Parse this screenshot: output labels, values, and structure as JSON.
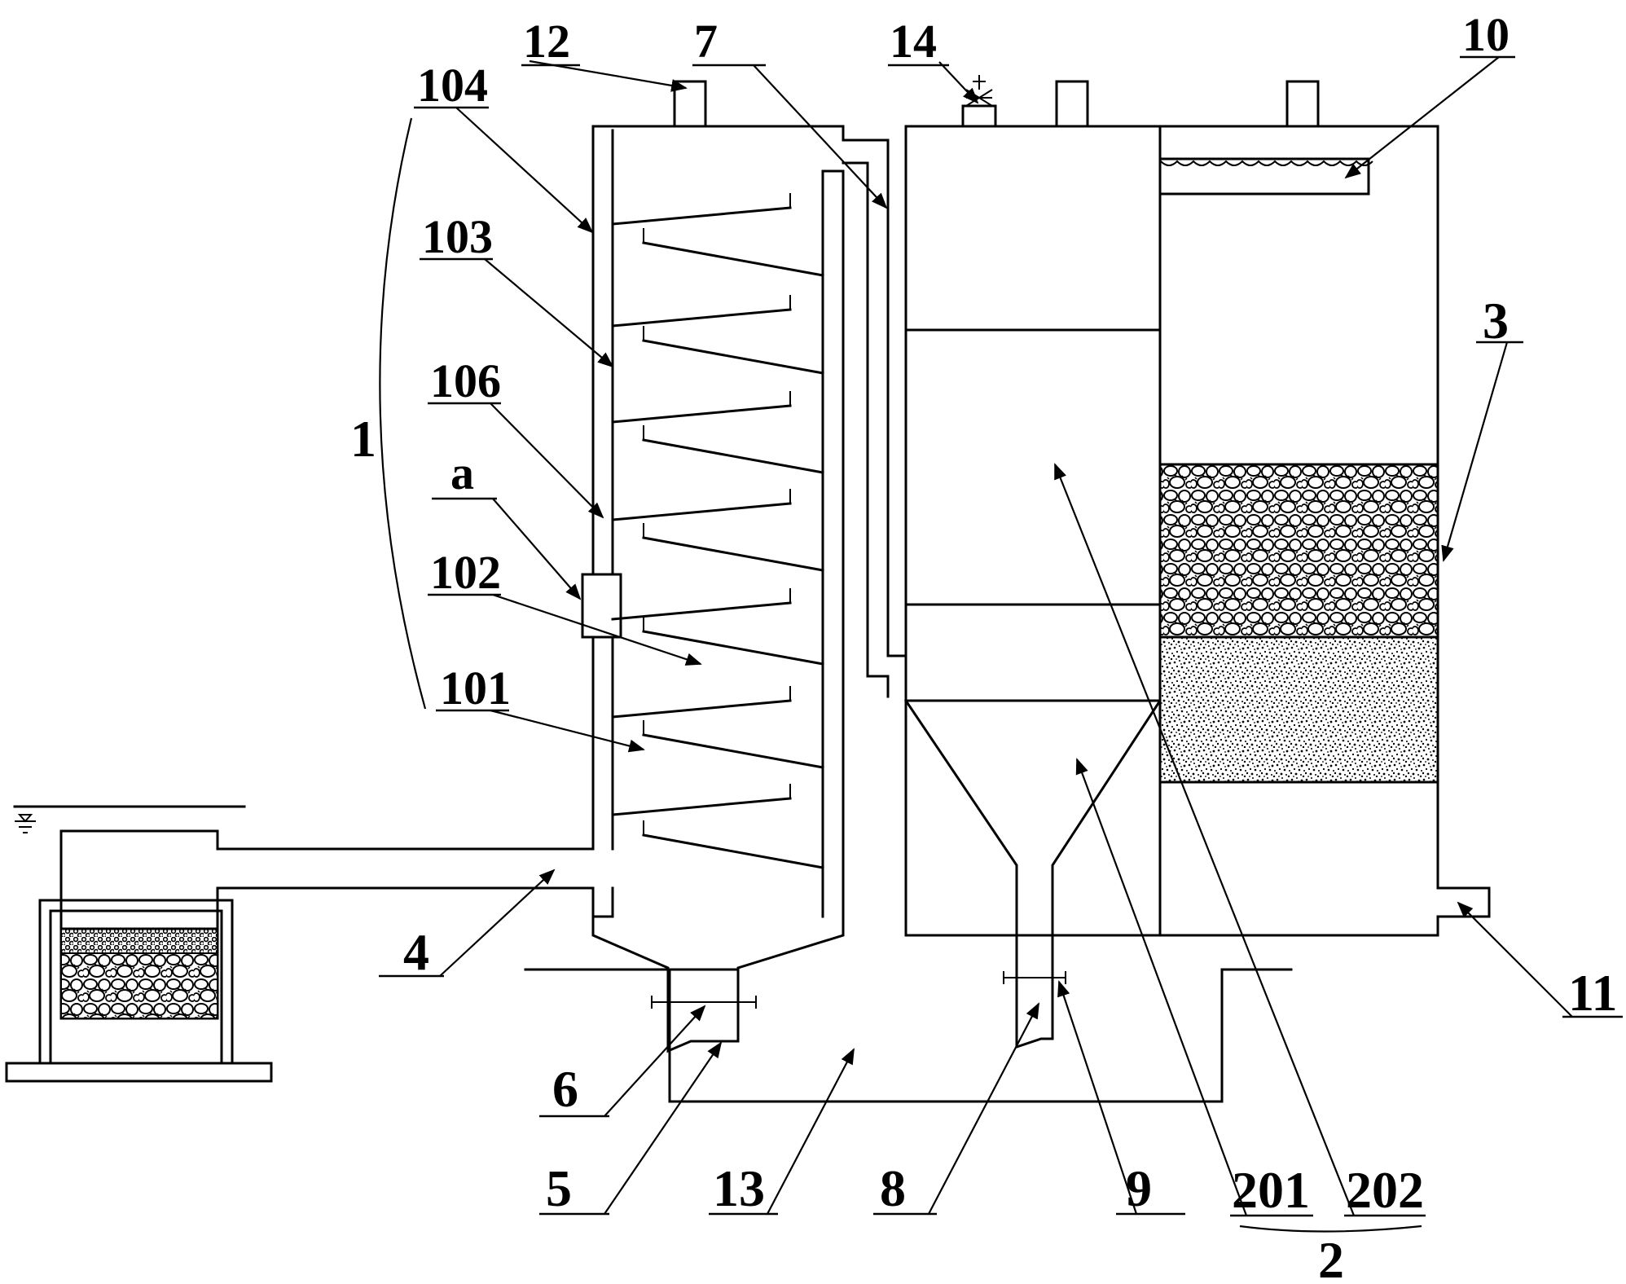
{
  "labels": {
    "l1": "1",
    "l2": "2",
    "l3": "3",
    "l4": "4",
    "l5": "5",
    "l6": "6",
    "l7": "7",
    "l8": "8",
    "l9": "9",
    "l10": "10",
    "l11": "11",
    "l12": "12",
    "l13": "13",
    "l14": "14",
    "l101": "101",
    "l102": "102",
    "l103": "103",
    "l104": "104",
    "l106": "106",
    "l201": "201",
    "l202": "202",
    "la": "a"
  },
  "colors": {
    "stroke": "#000000",
    "background": "#ffffff"
  }
}
